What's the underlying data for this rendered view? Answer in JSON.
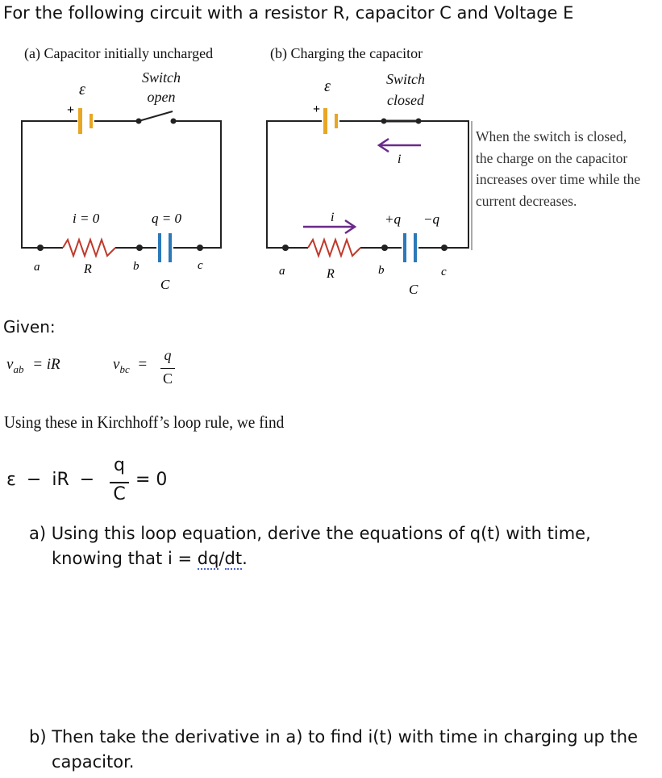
{
  "title": "For the following circuit with a resistor R, capacitor C and Voltage E",
  "panel_a": {
    "label": "(a) Capacitor initially uncharged",
    "switch_line1": "Switch",
    "switch_line2": "open",
    "emf": "ε",
    "plus": "+",
    "i_label": "i = 0",
    "q_label": "q = 0",
    "node_a": "a",
    "node_b": "b",
    "node_c": "c",
    "R": "R",
    "C": "C"
  },
  "panel_b": {
    "label": "(b) Charging the capacitor",
    "switch_line1": "Switch",
    "switch_line2": "closed",
    "emf": "ε",
    "plus": "+",
    "i_top": "i",
    "i_bottom": "i",
    "plus_q": "+q",
    "minus_q": "−q",
    "node_a": "a",
    "node_b": "b",
    "node_c": "c",
    "R": "R",
    "C": "C",
    "note": "When the switch is closed, the charge on the capacitor increases over time while the current decreases."
  },
  "given": {
    "heading": "Given:",
    "vab_lhs": "v",
    "vab_sub": "ab",
    "vab_rhs": "= iR",
    "vbc_lhs": "v",
    "vbc_sub": "bc",
    "vbc_eq": "=",
    "vbc_num": "q",
    "vbc_den": "C"
  },
  "kirchhoff": "Using these in Kirchhoff’s loop rule, we find",
  "loop_eq": {
    "emf": "ε",
    "minus1": "−",
    "iR": "iR",
    "minus2": "−",
    "num": "q",
    "den": "C",
    "rhs": "= 0"
  },
  "questions": {
    "a_prefix": "a) Using this loop equation, derive the equations of q(t) with time,",
    "a_line2_pre": "knowing that i = ",
    "a_dq": "dq",
    "a_slash": "/",
    "a_dt": "dt",
    "a_end": ".",
    "b_text": "b) Then take the derivative in a) to find i(t) with time in charging up the capacitor."
  },
  "colors": {
    "battery": "#e9a623",
    "capacitor": "#2b79b8",
    "arrow": "#6a2a8a",
    "text": "#111111"
  }
}
